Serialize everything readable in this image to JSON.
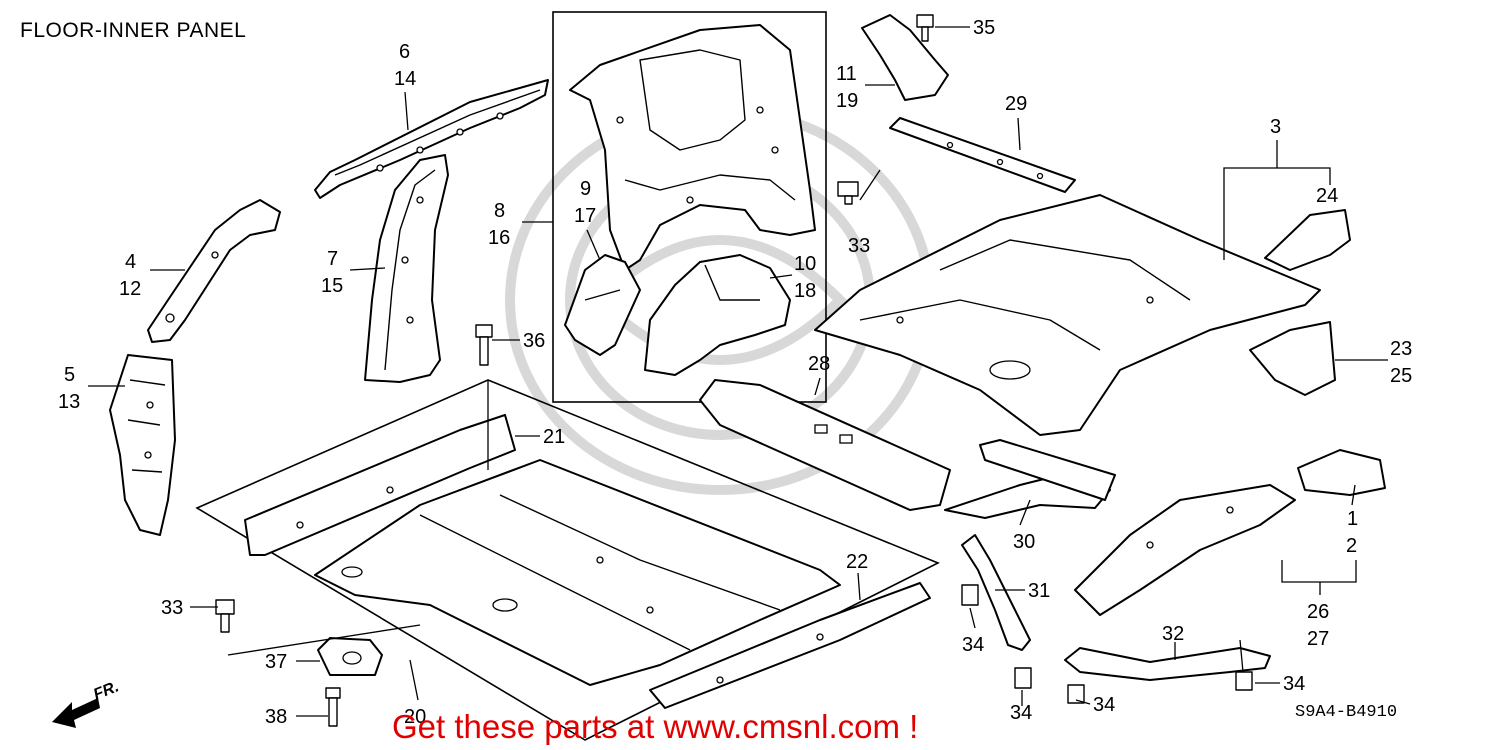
{
  "title": "FLOOR-INNER PANEL",
  "diagram_code": "S9A4-B4910",
  "promo_text": "Get these parts at www.cmsnl.com !",
  "front_indicator": "FR.",
  "colors": {
    "promo": "#e00000",
    "lines": "#000000",
    "watermark": "#d8d8d8"
  },
  "callouts": {
    "c6": "6",
    "c14": "14",
    "c11": "11",
    "c19": "19",
    "c35": "35",
    "c29": "29",
    "c3": "3",
    "c24": "24",
    "c9": "9",
    "c17": "17",
    "c8": "8",
    "c16": "16",
    "c33a": "33",
    "c4": "4",
    "c12": "12",
    "c7": "7",
    "c15": "15",
    "c10": "10",
    "c18": "18",
    "c36": "36",
    "c5": "5",
    "c13": "13",
    "c23": "23",
    "c25": "25",
    "c28": "28",
    "c21": "21",
    "c1": "1",
    "c2": "2",
    "c30": "30",
    "c22": "22",
    "c31": "31",
    "c26": "26",
    "c27": "27",
    "c33b": "33",
    "c34a": "34",
    "c32": "32",
    "c37": "37",
    "c34b": "34",
    "c38": "38",
    "c20": "20",
    "c34c": "34",
    "c34d": "34"
  }
}
